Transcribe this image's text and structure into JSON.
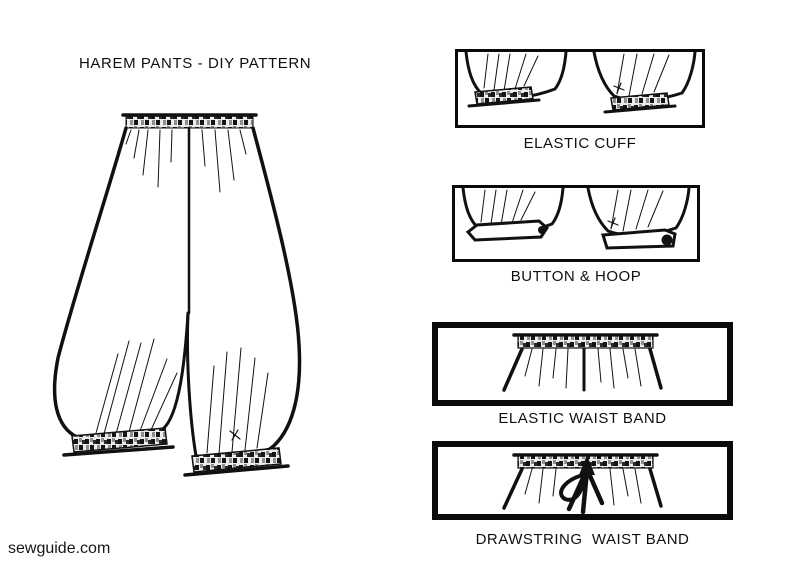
{
  "page": {
    "title": "HAREM PANTS - DIY PATTERN",
    "watermark": "sewguide.com"
  },
  "panels": [
    {
      "label": "ELASTIC CUFF"
    },
    {
      "label": "BUTTON & HOOP"
    },
    {
      "label": "ELASTIC WAIST BAND"
    },
    {
      "label": "DRAWSTRING  WAIST BAND"
    }
  ],
  "illustrations": {
    "main": "harem pants front view line drawing with gathered waistband and elastic cuffs",
    "panel_1": "two pant leg hems finished with elastic cuffs",
    "panel_2": "two pant leg hems finished with button and hoop bands",
    "panel_3": "gathered elastic waist band",
    "panel_4": "gathered waist band with drawstring bow"
  },
  "colors": {
    "ink": "#111111",
    "paper": "#ffffff",
    "band_gray": "#8f8f8f"
  }
}
